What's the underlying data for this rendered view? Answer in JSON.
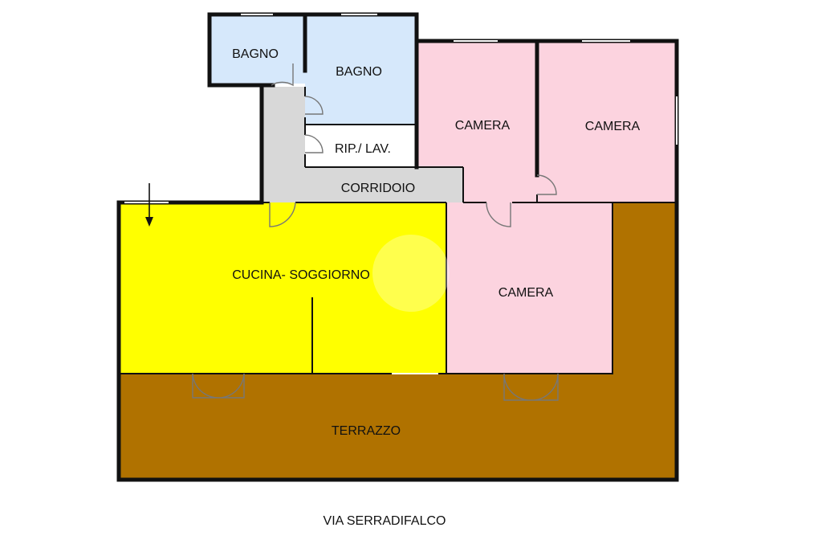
{
  "rooms": {
    "bagno_small": "BAGNO",
    "bagno_large": "BAGNO",
    "camera_top_left": "CAMERA",
    "camera_top_right": "CAMERA",
    "ripostiglio": "RIP./ LAV.",
    "corridoio": "CORRIDOIO",
    "cucina_soggiorno": "CUCINA- SOGGIORNO",
    "camera_middle": "CAMERA",
    "terrazzo": "TERRAZZO"
  },
  "street": "VIA SERRADIFALCO",
  "colors": {
    "bagno": "#d6e8fb",
    "camera": "#fcd3df",
    "cucina_soggiorno": "#ffff00",
    "corridoio": "#d8d8d8",
    "ripostiglio": "#ffffff",
    "terrazzo": "#b07200"
  },
  "icons": {
    "entrance": "entrance-arrow-icon",
    "watermark": "house-watermark-icon"
  }
}
